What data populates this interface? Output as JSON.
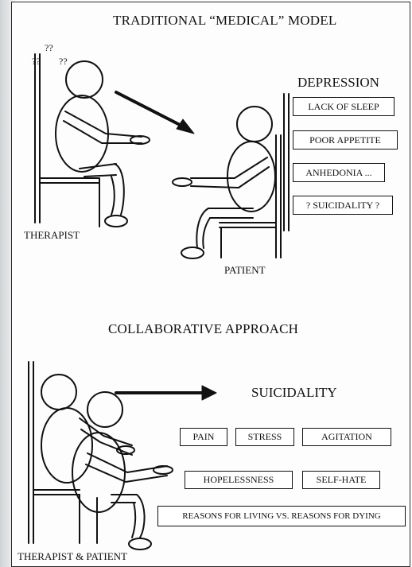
{
  "top_section": {
    "title": "TRADITIONAL “MEDICAL” MODEL",
    "question_marks": [
      "??",
      "??",
      "??"
    ],
    "therapist_label": "THERAPIST",
    "patient_label": "PATIENT",
    "diagnosis_heading": "DEPRESSION",
    "symptoms": [
      "LACK OF SLEEP",
      "POOR APPETITE",
      "ANHEDONIA ...",
      "? SUICIDALITY ?"
    ]
  },
  "bottom_section": {
    "title": "COLLABORATIVE APPROACH",
    "focus_heading": "SUICIDALITY",
    "factors_row1": [
      "PAIN",
      "STRESS",
      "AGITATION"
    ],
    "factors_row2": [
      "HOPELESSNESS",
      "SELF-HATE"
    ],
    "factors_row3": [
      "REASONS FOR LIVING VS. REASONS FOR DYING"
    ],
    "participants_label": "THERAPIST & PATIENT"
  },
  "colors": {
    "ink": "#111111",
    "paper": "#fdfdfd",
    "frame_shadow": "#cfd2d4"
  }
}
